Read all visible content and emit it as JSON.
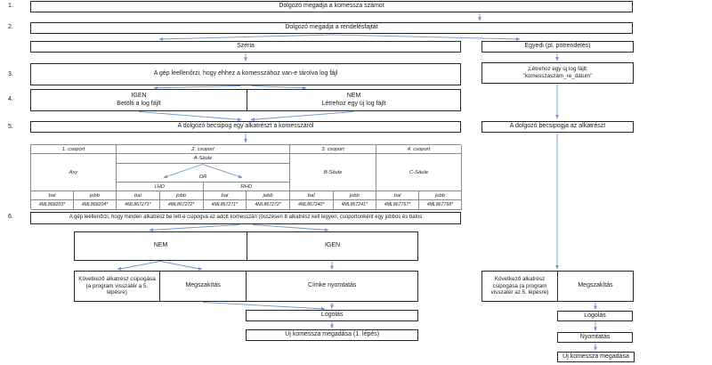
{
  "colors": {
    "arrow": "#7096d0",
    "box_border": "#262626",
    "table_border": "#8a8a8a"
  },
  "step_numbers": [
    "1.",
    "2.",
    "3.",
    "4.",
    "5.",
    "6."
  ],
  "flow": {
    "step1": "Dolgozó megadja a komessza számot",
    "step2": "Dolgozó megadja a rendelésfajtát",
    "szeria": "Széria",
    "egyedi": "Egyedi (pl. pótrendelés)",
    "step3": "A gép leellenőrzi, hogy ehhez a komesszához van-e tárolva log fájl",
    "create_log_line1": ",Létrehoz egy új log fájlt:",
    "create_log_line2": "\"komesszaszám_re_dátum\"",
    "igen_label": "IGEN",
    "igen_action": "Betölti a log fájlt",
    "nem_label": "NEM",
    "nem_action": "Létrehoz egy új log fájlt",
    "step5": "A dolgozó becsipog egy alkatrészt a komesszáról",
    "scan_right": "A dolgozó becsipogja az alkatrészt",
    "step6": "A gép leellenőrzi, hogy minden alkatrész be lett-e csipogva az adott komesszán (összesen 8 alkatrész kell legyen, csoportonként egy jobbos és balos",
    "decision_nem": "NEM",
    "decision_igen": "IGEN",
    "next_part_left": "Következő alkatrész csipogása (a program visszatér a 5. lépésre)",
    "abort_left": "Megszakítás",
    "label_print": "Címke nyomtatás",
    "log_left": "Logolás",
    "new_komessza_left": "Új komessza megadása (1. lépés)",
    "next_part_right": "Következő alkatrész csipogása (a program visszatér az 5. lépésre)",
    "abort_right": "Megszakítás",
    "log_right": "Logolás",
    "print_right": "Nyomtatás",
    "new_komessza_right": "Új komessza megadása"
  },
  "table": {
    "group_headers": [
      "1. csoport",
      "2. csoport",
      "3. csoport",
      "4. csoport"
    ],
    "group_parts": [
      "Axy",
      "A-Säule",
      "B-Säule",
      "C-Säule"
    ],
    "or_label": "OR",
    "variant_labels": [
      "LHD",
      "RHD"
    ],
    "side_labels": [
      "bal",
      "jobb",
      "bal",
      "jobb",
      "bal",
      "jobb",
      "bal",
      "jobb",
      "bal",
      "jobb"
    ],
    "part_numbers": [
      "4ML868203*",
      "4ML868204*",
      "4ML867271*",
      "4ML867272*",
      "4ML867271*",
      "4ML867272*",
      "4ML867240*",
      "4ML867241*",
      "4ML867767*",
      "4ML867768*"
    ]
  }
}
